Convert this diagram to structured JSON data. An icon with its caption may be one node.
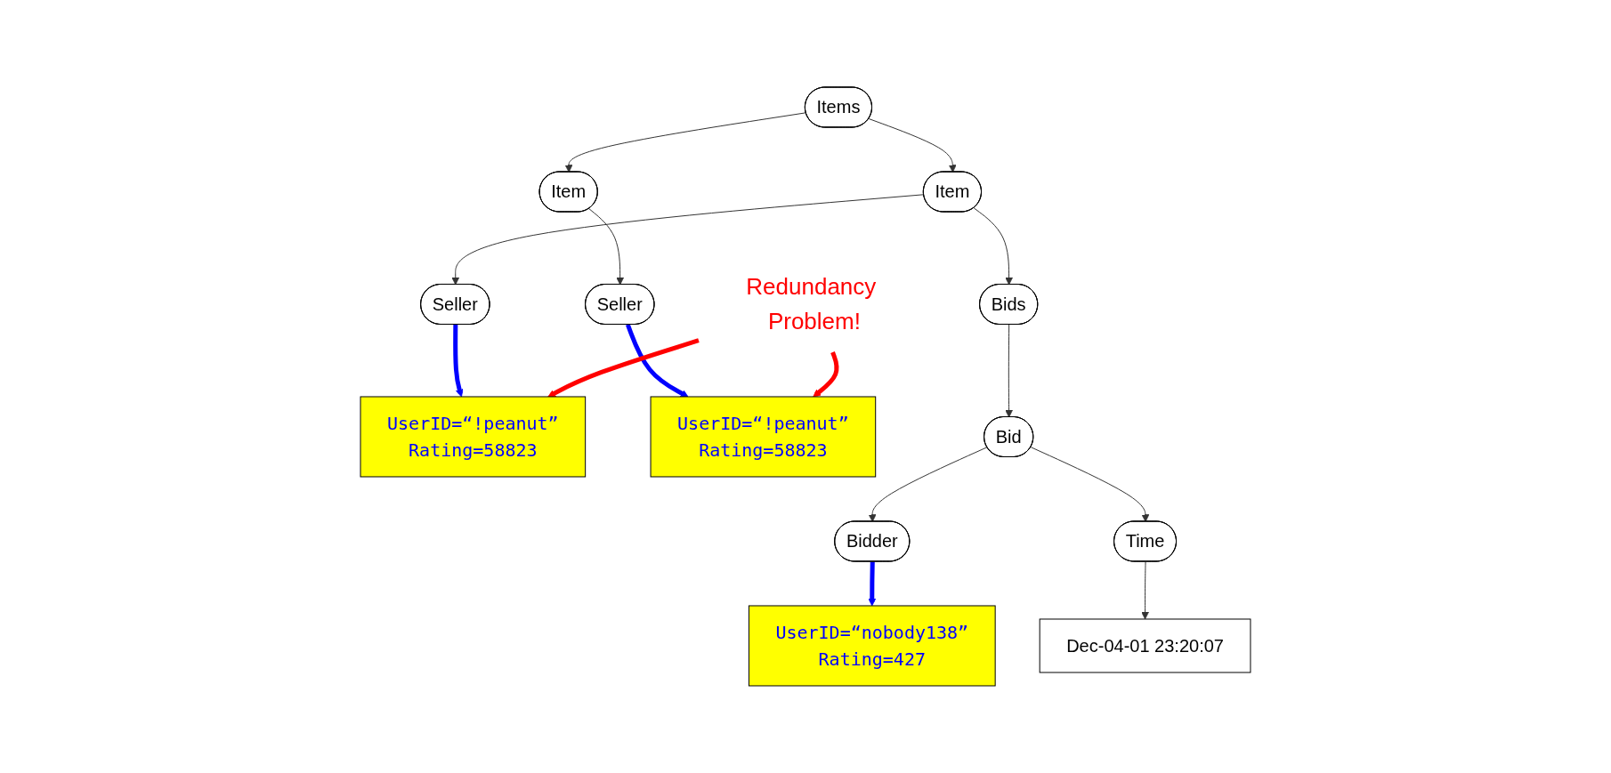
{
  "diagram": {
    "nodes": [
      {
        "text": [
          "Items"
        ]
      },
      {
        "text": [
          "Item"
        ]
      },
      {
        "text": [
          "Item"
        ]
      },
      {
        "text": [
          "UserID=“!peanut”",
          "Rating=58823"
        ]
      },
      {
        "text": [
          "UserID=“!peanut”",
          "Rating=58823"
        ]
      },
      {
        "text": [
          "Seller"
        ]
      },
      {
        "text": [
          "Bids"
        ]
      },
      {
        "text": [
          "Seller"
        ]
      },
      {
        "text": [
          "Bid"
        ]
      },
      {
        "text": [
          "Redundancy Problem!"
        ]
      },
      {
        "text": [
          "UserID=“nobody138”",
          "Rating=427"
        ]
      },
      {
        "text": [
          "Bidder"
        ]
      },
      {
        "text": [
          "Time"
        ]
      },
      {
        "text": [
          "Dec-04-01 23:20:07"
        ]
      }
    ],
    "edges": [
      {
        "from": 0,
        "to": 1,
        "arrow": "to"
      },
      {
        "from": 0,
        "to": 2,
        "arrow": "to"
      },
      {
        "from": 1,
        "to": 5,
        "arrow": "to"
      },
      {
        "from": 2,
        "to": 6,
        "arrow": "to"
      },
      {
        "from": 2,
        "to": 7,
        "arrow": "to"
      },
      {
        "from": 5,
        "to": 4,
        "arrow": "to",
        "style": "thick",
        "color": "#0000ff"
      },
      {
        "from": 7,
        "to": 3,
        "arrow": "to",
        "style": "thick",
        "color": "#0000ff"
      },
      {
        "from": 6,
        "to": 8,
        "arrow": "to"
      },
      {
        "from": 8,
        "to": 11,
        "arrow": "to"
      },
      {
        "from": 8,
        "to": 12,
        "arrow": "to"
      },
      {
        "from": 11,
        "to": 10,
        "arrow": "to",
        "style": "thick",
        "color": "#0000ff"
      },
      {
        "from": 12,
        "to": 13,
        "arrow": "to"
      },
      {
        "from": 9,
        "to": 4,
        "arrow": "to",
        "style": "thick",
        "color": "#ff0000"
      },
      {
        "from": 9,
        "to": 3,
        "arrow": "to",
        "style": "thick",
        "color": "#ff0000"
      }
    ]
  }
}
